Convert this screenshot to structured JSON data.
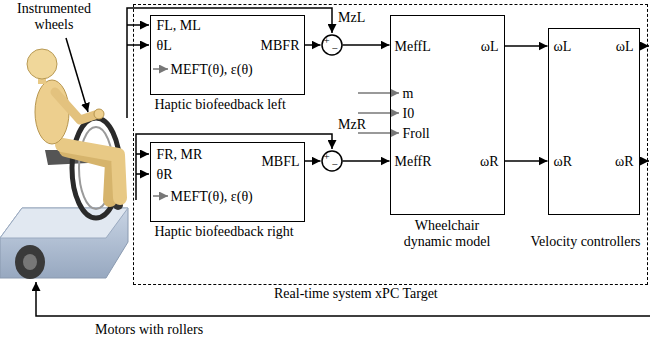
{
  "diagram": {
    "nodes": [
      {
        "text": [
          "Real-time system xPC Target"
        ]
      },
      {
        "text": [
          "FL, ML",
          "θL",
          "MEFT(θ), ε(θ)",
          "MBFR",
          "Haptic biofeedback left"
        ],
        "in": 0
      },
      {
        "text": [
          "+",
          "−"
        ],
        "in": 0
      },
      {
        "text": [
          "MeffL",
          "ωL",
          "m",
          "I0",
          "Froll",
          "MeffR",
          "ωR",
          "Wheelchair dynamic model"
        ],
        "in": 0
      },
      {
        "text": [
          "ωL",
          "ωL",
          "ωR",
          "ωR",
          "Velocity controllers"
        ],
        "in": 0
      },
      {
        "text": [
          "FR, MR",
          "θR",
          "MEFT(θ), ε(θ)",
          "MBFL",
          "Haptic biofeedback right"
        ],
        "in": 0
      },
      {
        "text": [
          "+",
          "−"
        ],
        "in": 0
      }
    ],
    "edges": [
      {
        "from": 1,
        "to": 2,
        "arrow": "to"
      },
      {
        "from": 2,
        "to": 3,
        "arrow": "to"
      },
      {
        "from": 3,
        "to": 4,
        "arrow": "to"
      },
      {
        "from": 5,
        "to": 6,
        "arrow": "to"
      },
      {
        "from": 6,
        "to": 3,
        "arrow": "to"
      },
      {
        "from": 3,
        "to": 4,
        "arrow": "to"
      }
    ],
    "labels": [
      "Instrumented wheels",
      "MzL",
      "MzR",
      "Motors with rollers"
    ]
  }
}
